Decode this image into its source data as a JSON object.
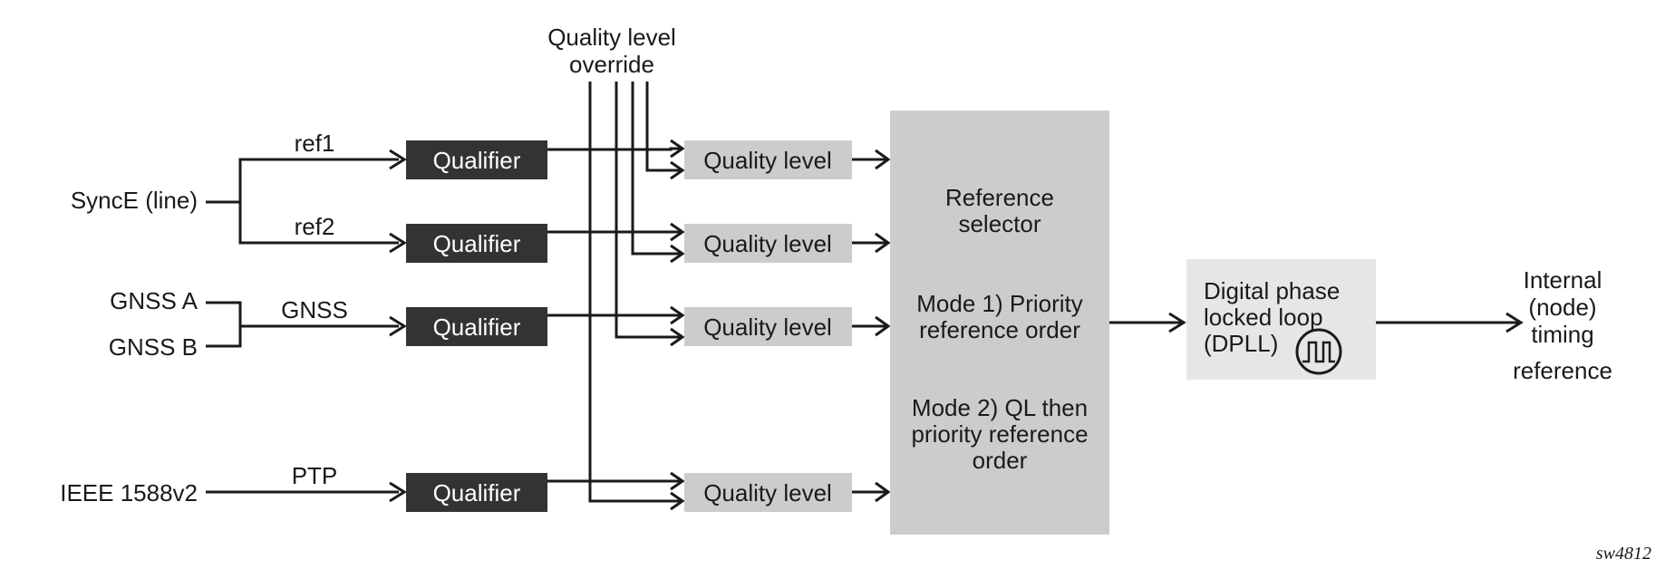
{
  "colors": {
    "qualifier_fill": "#333333",
    "quality_fill": "#cccccc",
    "selector_fill": "#cccccc",
    "dpll_fill": "#e6e6e6",
    "line": "#1a1a1a"
  },
  "inputs": {
    "synce": "SyncE (line)",
    "gnss_a": "GNSS A",
    "gnss_b": "GNSS B",
    "ieee": "IEEE 1588v2"
  },
  "refs": {
    "ref1": "ref1",
    "ref2": "ref2",
    "gnss": "GNSS",
    "ptp": "PTP"
  },
  "qualifier_label": "Qualifier",
  "quality_label": "Quality level",
  "override": {
    "line1": "Quality level",
    "line2": "override"
  },
  "selector": {
    "title_line1": "Reference",
    "title_line2": "selector",
    "mode1_line1": "Mode 1) Priority",
    "mode1_line2": "reference order",
    "mode2_line1": "Mode 2) QL then",
    "mode2_line2": "priority reference",
    "mode2_line3": "order"
  },
  "dpll": {
    "line1": "Digital phase",
    "line2": "locked loop",
    "line3": "(DPLL)",
    "icon": "square-wave-icon"
  },
  "output": {
    "line1": "Internal",
    "line2": "(node)",
    "line3": "timing",
    "line4": "reference"
  },
  "figure_id": "sw4812"
}
